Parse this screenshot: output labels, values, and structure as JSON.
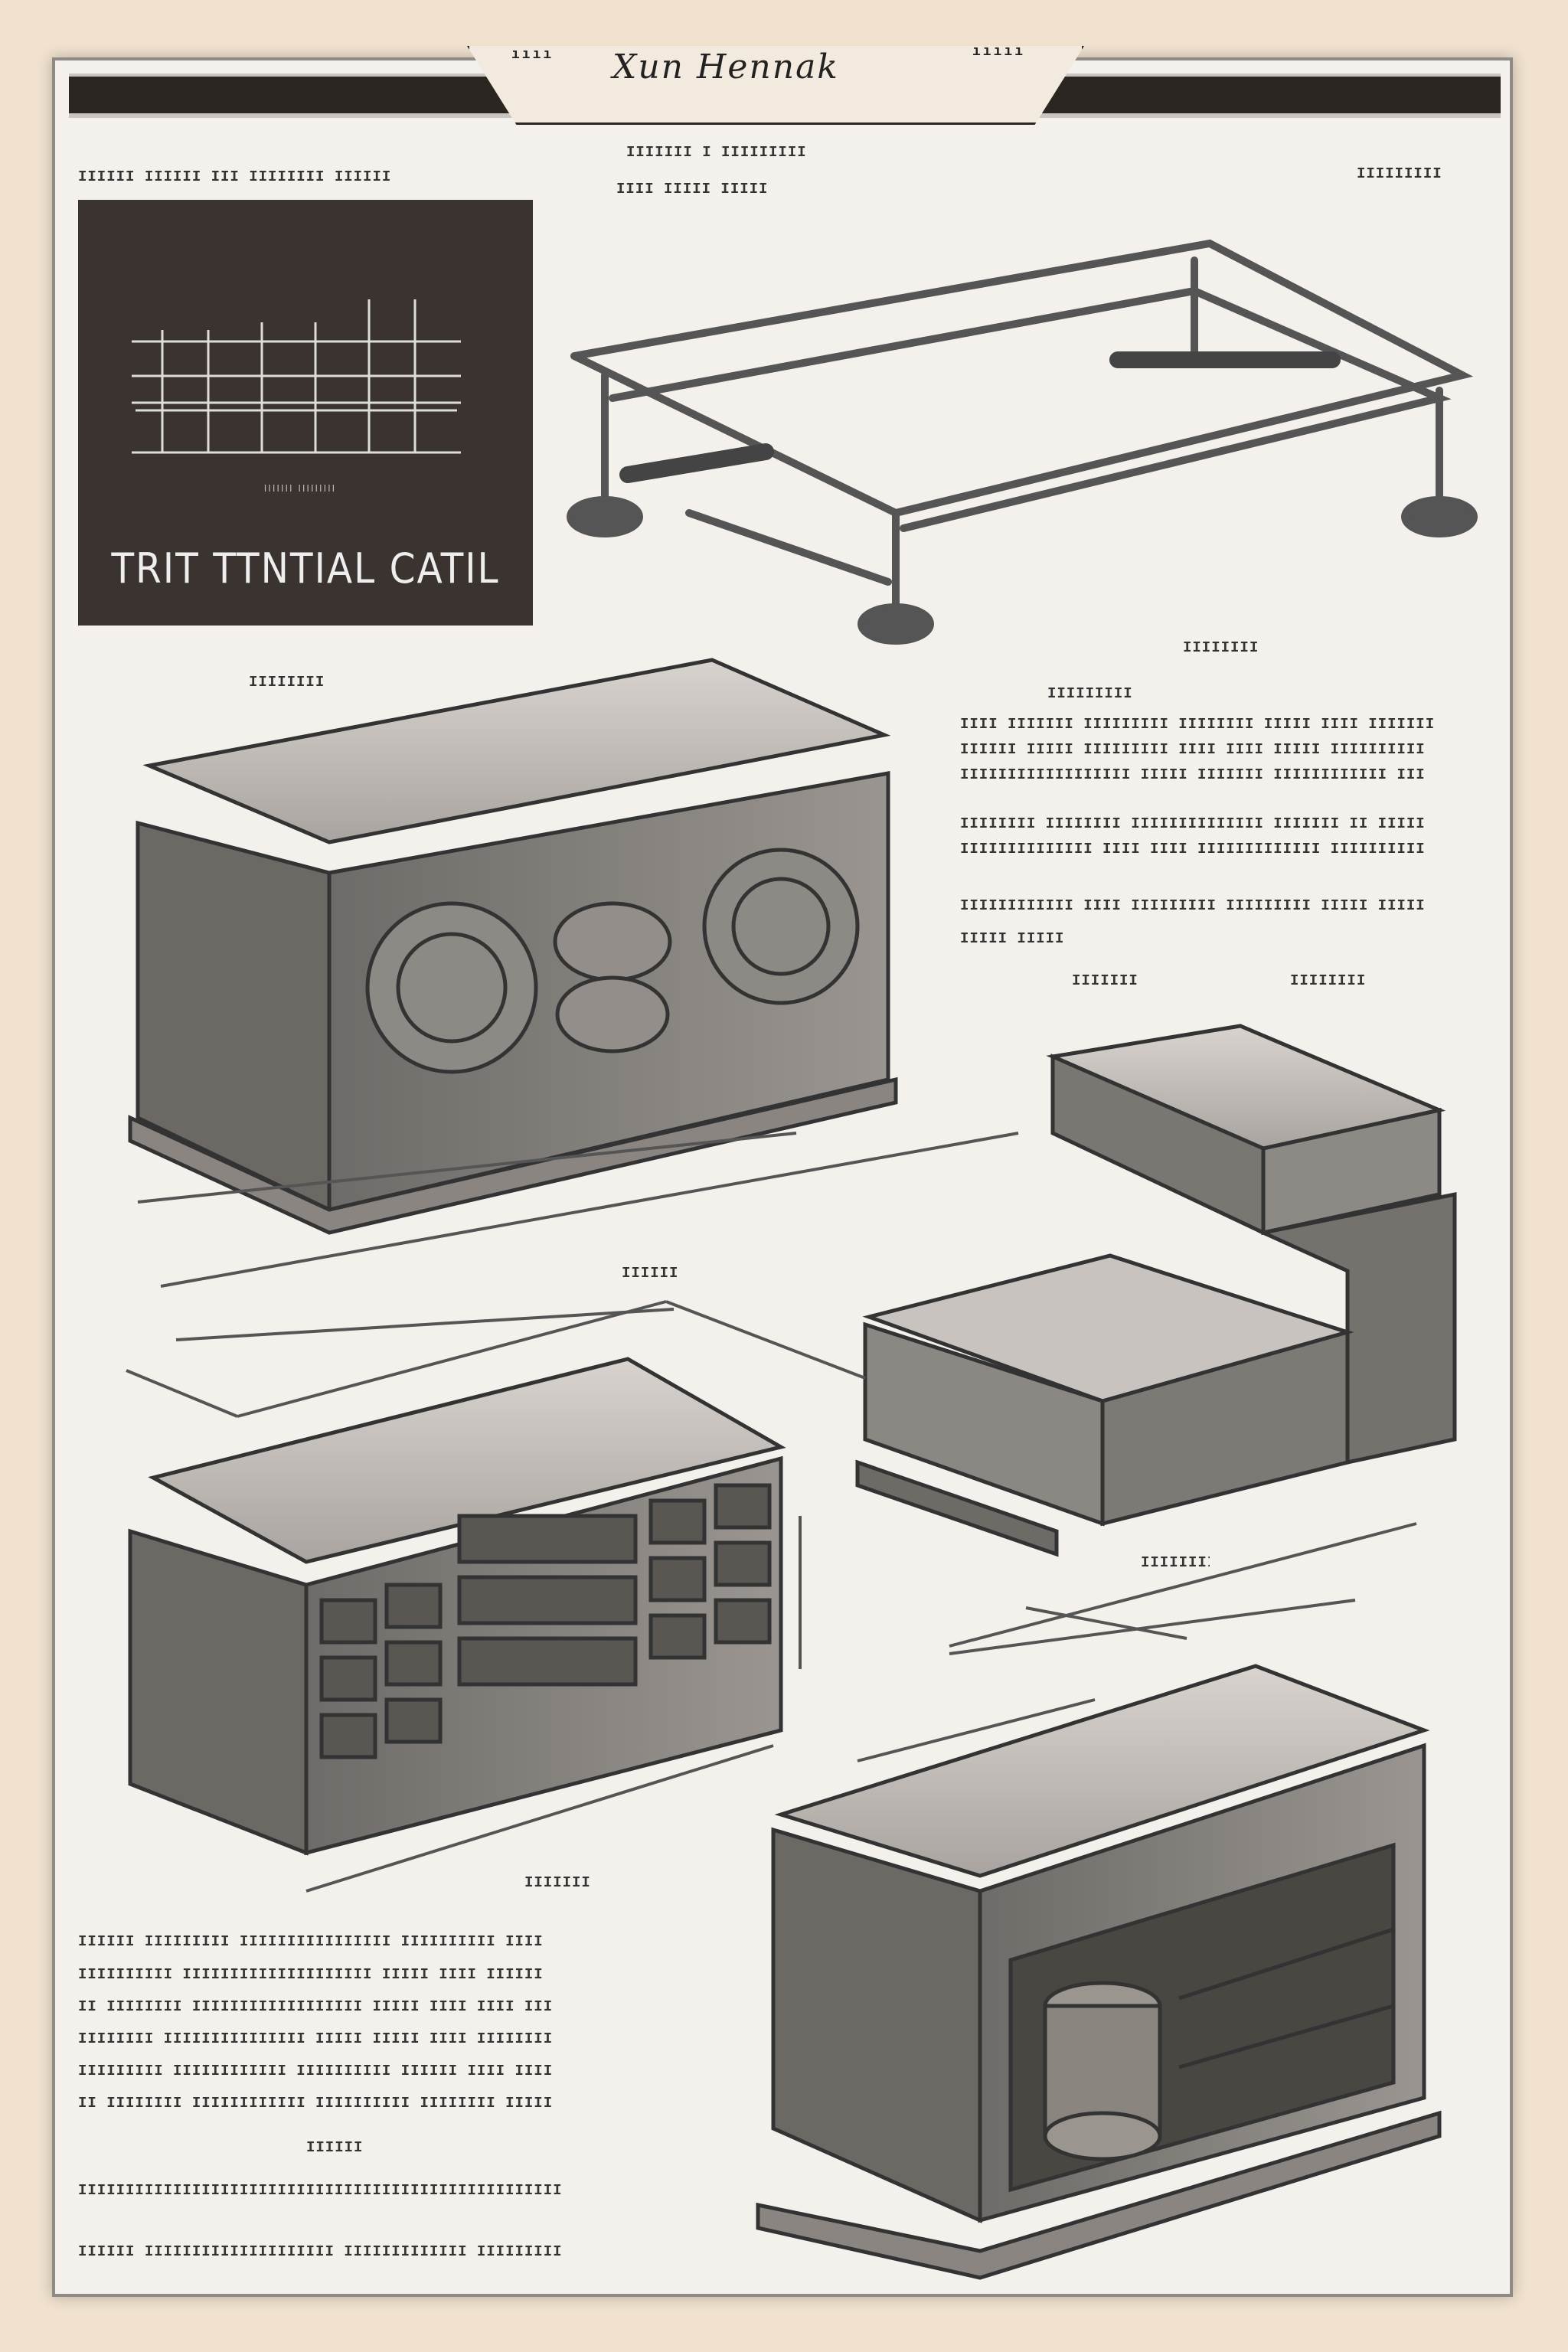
{
  "header": {
    "script_title": "Xun Hennak",
    "left_mark": "ıııı",
    "right_mark": "ııııı"
  },
  "top_labels": {
    "left": "IIIIII IIIIII III IIIIIIII IIIIII",
    "center_line1": "IIIIIII  I  IIIIIIIII",
    "center_line2": "IIII IIIII  IIIII",
    "right": "IIIIIIIII"
  },
  "panel": {
    "title": "TRIT TTNTIAL CATIL",
    "caption": "IIIIIII IIIIIIIII"
  },
  "captions": [
    "IIIIIIII",
    "IIIIIIIII",
    "IIIIIIII",
    "IIIIIII",
    "IIIIIIII",
    "IIIIII",
    "IIIIIIII",
    "IIIIIII"
  ],
  "right_paragraph": [
    "IIII IIIIIII IIIIIIIII IIIIIIII IIIII IIII IIIIIII",
    "IIIIII IIIII IIIIIIIII IIII IIII IIIII IIIIIIIIII",
    "IIIIIIIIIIIIIIIIII IIIII IIIIIII IIIIIIIIIIII III",
    "IIIIIIII IIIIIIII IIIIIIIIIIIIII IIIIIII II IIIII",
    "IIIIIIIIIIIIII IIII IIII IIIIIIIIIIIII IIIIIIIIII",
    "IIIIIIIIIIII IIII IIIIIIIII IIIIIIIII IIIII IIIII",
    "IIIII IIIII"
  ],
  "left_paragraph": [
    "IIIIII IIIIIIIII IIIIIIIIIIIIIIII IIIIIIIIII IIII",
    "IIIIIIIIII IIIIIIIIIIIIIIIIIIII IIIII IIII IIIIII",
    "II IIIIIIII IIIIIIIIIIIIIIIIII IIIII IIII IIII III",
    "IIIIIIII IIIIIIIIIIIIIII IIIII IIIII IIII IIIIIIII",
    "IIIIIIIII IIIIIIIIIIII IIIIIIIIII IIIIII IIII IIII",
    "II IIIIIIII IIIIIIIIIIII IIIIIIIIII IIIIIIII IIIII"
  ],
  "bottom_label": "IIIIII",
  "bottom_lines": [
    "IIIIIIIIIIIIIIIIIIIIIIIIIIIIIIIIIIIIIIIIIIIIIIIIIII",
    "IIIIII IIIIIIIIIIIIIIIIIIII IIIIIIIIIIIII IIIIIIIII"
  ]
}
